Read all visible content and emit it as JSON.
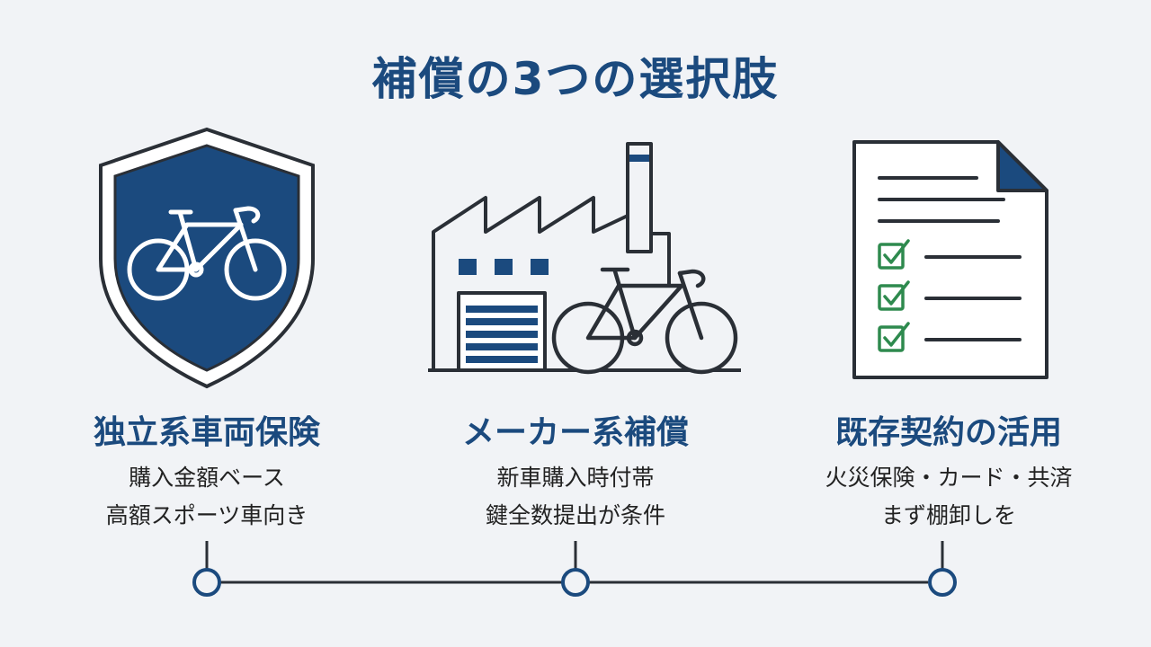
{
  "title": "補償の3つの選択肢",
  "colors": {
    "navy": "#1b4a7e",
    "ink": "#2a2f36",
    "check": "#2e8a4e",
    "bg": "#f1f3f6"
  },
  "options": [
    {
      "icon": "shield-bicycle-icon",
      "title": "独立系車両保険",
      "lines": [
        "購入金額ベース",
        "高額スポーツ車向き"
      ]
    },
    {
      "icon": "factory-bicycle-icon",
      "title": "メーカー系補償",
      "lines": [
        "新車購入時付帯",
        "鍵全数提出が条件"
      ]
    },
    {
      "icon": "checklist-document-icon",
      "title": "既存契約の活用",
      "lines": [
        "火災保険・カード・共済",
        "まず棚卸しを"
      ]
    }
  ]
}
